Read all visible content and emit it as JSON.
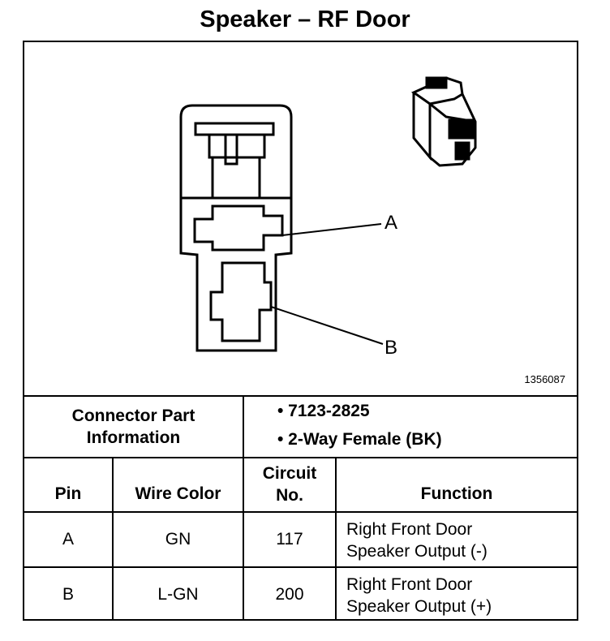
{
  "title": "Speaker – RF Door",
  "diagram": {
    "pin_label_a": "A",
    "pin_label_b": "B",
    "figure_number": "1356087"
  },
  "connector_info": {
    "label_line1": "Connector Part",
    "label_line2": "Information",
    "items": [
      "• 7123-2825",
      "• 2-Way Female (BK)"
    ]
  },
  "table": {
    "headers": {
      "pin": "Pin",
      "wire_color": "Wire Color",
      "circuit_line1": "Circuit",
      "circuit_line2": "No.",
      "function": "Function"
    },
    "rows": [
      {
        "pin": "A",
        "wire_color": "GN",
        "circuit": "117",
        "function_line1": "Right Front Door",
        "function_line2": "Speaker Output (-)"
      },
      {
        "pin": "B",
        "wire_color": "L-GN",
        "circuit": "200",
        "function_line1": "Right Front Door",
        "function_line2": "Speaker Output (+)"
      }
    ]
  }
}
